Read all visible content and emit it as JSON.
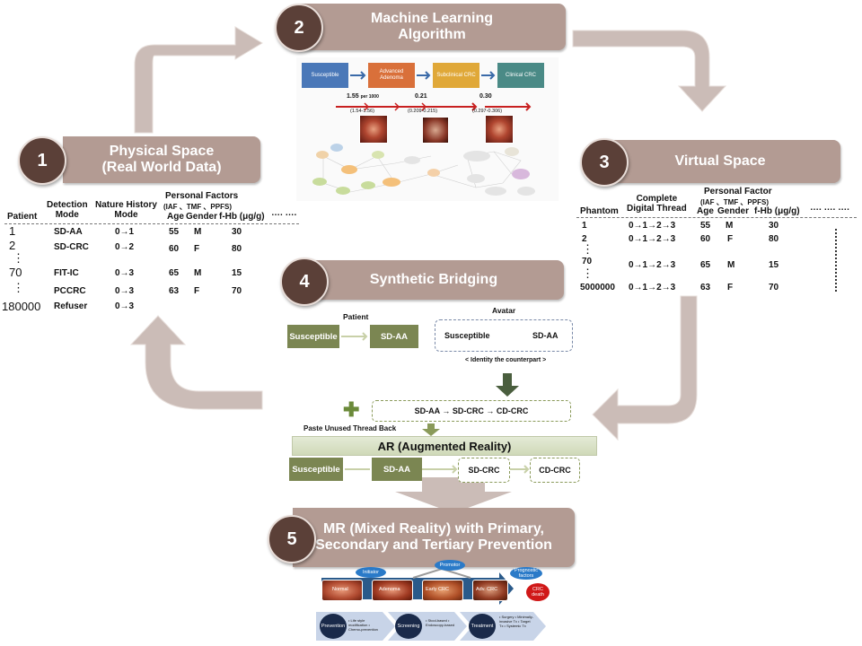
{
  "steps": {
    "s1": {
      "num": "1",
      "title1": "Physical Space",
      "title2": "(Real World Data)"
    },
    "s2": {
      "num": "2",
      "title1": "Machine Learning",
      "title2": "Algorithm"
    },
    "s3": {
      "num": "3",
      "title": "Virtual Space"
    },
    "s4": {
      "num": "4",
      "title": "Synthetic Bridging"
    },
    "s5": {
      "num": "5",
      "title1": "MR (Mixed Reality) with Primary,",
      "title2": "Secondary and Tertiary Prevention"
    }
  },
  "physical_table": {
    "h_patient": "Patient",
    "h_detection1": "Detection",
    "h_detection2": "Mode",
    "h_nature1": "Nature History",
    "h_nature2": "Mode",
    "h_personal": "Personal Factors",
    "h_sub": "(IAF 、TMF 、PPFS)",
    "h_age": "Age",
    "h_gender": "Gender",
    "h_fhb": "f-Hb (μg/g)",
    "h_more": "…. ….",
    "rows": [
      {
        "patient": "1",
        "mode": "SD-AA",
        "nh": "0→1",
        "age": "55",
        "gender": "M",
        "fhb": "30"
      },
      {
        "patient": "2",
        "mode": "SD-CRC",
        "nh": "0→2",
        "age": "60",
        "gender": "F",
        "fhb": "80"
      },
      {
        "patient": "70",
        "mode": "FIT-IC",
        "nh": "0→3",
        "age": "65",
        "gender": "M",
        "fhb": "15"
      },
      {
        "patient": "⋮",
        "mode": "PCCRC",
        "nh": "0→3",
        "age": "63",
        "gender": "F",
        "fhb": "70"
      },
      {
        "patient": "180000",
        "mode": "Refuser",
        "nh": "0→3",
        "age": "",
        "gender": "",
        "fhb": ""
      }
    ],
    "vdots": "⋮"
  },
  "ml_diagram": {
    "stages": [
      {
        "label": "Susceptible",
        "color": "#4a78b8"
      },
      {
        "label": "Advanced Adenoma",
        "color": "#d9703a"
      },
      {
        "label": "Subclinical CRC",
        "color": "#e0a838"
      },
      {
        "label": "Clinical CRC",
        "color": "#4a8a86"
      }
    ],
    "rates": [
      {
        "value": "1.55",
        "unit": "per 1000",
        "ci": "(1.54-1.56)"
      },
      {
        "value": "0.21",
        "unit": "",
        "ci": "(0.209-0.215)"
      },
      {
        "value": "0.30",
        "unit": "",
        "ci": "(0.297-0.306)"
      }
    ]
  },
  "virtual_table": {
    "h_phantom": "Phantom",
    "h_complete1": "Complete",
    "h_complete2": "Digital Thread",
    "h_personal": "Personal Factor",
    "h_sub": "(IAF 、TMF 、PPFS)",
    "h_age": "Age",
    "h_gender": "Gender",
    "h_fhb": "f-Hb (μg/g)",
    "h_more": "…. …. ….",
    "rows": [
      {
        "phantom": "1",
        "thread": "0→1→2→3",
        "age": "55",
        "gender": "M",
        "fhb": "30"
      },
      {
        "phantom": "2",
        "thread": "0→1→2→3",
        "age": "60",
        "gender": "F",
        "fhb": "80"
      },
      {
        "phantom": "70",
        "thread": "0→1→2→3",
        "age": "65",
        "gender": "M",
        "fhb": "15"
      },
      {
        "phantom": "5000000",
        "thread": "0→1→2→3",
        "age": "63",
        "gender": "F",
        "fhb": "70"
      }
    ],
    "vdots": "⋮"
  },
  "bridging": {
    "patient_label": "Patient",
    "avatar_label": "Avatar",
    "patient_from": "Susceptible",
    "patient_to": "SD-AA",
    "avatar_from": "Susceptible",
    "avatar_to": "SD-AA",
    "identity": "< Identity the counterpart >",
    "thread": "SD-AA → SD-CRC → CD-CRC",
    "paste": "Paste Unused Thread Back",
    "plus": "✚"
  },
  "ar": {
    "title": "AR (Augmented Reality)",
    "boxes": [
      "Susceptible",
      "SD-AA",
      "SD-CRC",
      "CD-CRC"
    ]
  },
  "mr": {
    "stages": [
      "Normal",
      "Adenoma",
      "Early CRC",
      "Adv. CRC"
    ],
    "death": "CRC death",
    "tags": [
      "Initiator",
      "Promotor",
      "Prognostic factors"
    ],
    "prevention": [
      {
        "label": "Prevention",
        "items": "• Life style modification • Chemo-prevention"
      },
      {
        "label": "Screening",
        "items": "• Stool-based • Endoscopy-based"
      },
      {
        "label": "Treatment",
        "items": "• Surgery • Minimally-invasive Tx • Target Tx • Systemic Tx"
      }
    ]
  },
  "colors": {
    "banner": "#b39b93",
    "badge": "#5b4038",
    "green": "#7b8652",
    "arrow": "#cbbcb7"
  }
}
